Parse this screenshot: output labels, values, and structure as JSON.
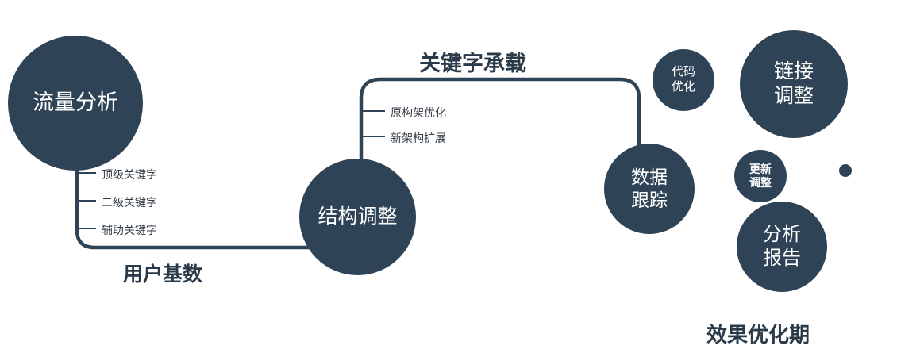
{
  "colors": {
    "node_fill": "#2e4355",
    "connector": "#2e4355",
    "node_text": "#ffffff",
    "label_text": "#2b3a48",
    "background": "#ffffff"
  },
  "nodes": {
    "traffic_analysis": {
      "label": "流量分析"
    },
    "structure_adjust": {
      "label": "结构调整"
    },
    "data_tracking": {
      "line1": "数据",
      "line2": "跟踪"
    },
    "code_optimization": {
      "line1": "代码",
      "line2": "优化"
    },
    "link_adjustment": {
      "line1": "链接",
      "line2": "调整"
    },
    "update_adjustment": {
      "line1": "更新",
      "line2": "调整"
    },
    "analysis_report": {
      "line1": "分析",
      "line2": "报告"
    }
  },
  "edge_labels": {
    "user_base": "用户基数",
    "keyword_carrying": "关键字承载"
  },
  "branches": {
    "traffic": [
      "顶级关键字",
      "二级关键字",
      "辅助关键字"
    ],
    "structure": [
      "原构架优化",
      "新架构扩展"
    ]
  },
  "caption": "效果优化期"
}
